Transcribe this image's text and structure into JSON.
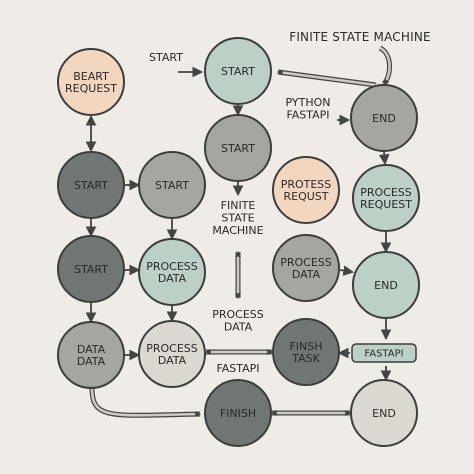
{
  "diagram": {
    "header": "FINITE STATE MACHINE",
    "palette": {
      "outline": "#3d3d3d",
      "arrow": "#444444",
      "arrow_fill": "#cfcac3",
      "node_colors": {
        "peach": "#f3d6bf",
        "mint": "#bcd0c6",
        "gray": "#a6a6a0",
        "slate": "#6f7673",
        "pale": "#dbd8d1"
      }
    },
    "nodes": [
      {
        "id": "n-beart-request",
        "lines": [
          "BEART",
          "REQUEST"
        ],
        "color": "peach"
      },
      {
        "id": "n-start-top",
        "lines": [
          "START"
        ],
        "color": "mint"
      },
      {
        "id": "n-end-top",
        "lines": [
          "END"
        ],
        "color": "gray"
      },
      {
        "id": "n-start-mid",
        "lines": [
          "START"
        ],
        "color": "gray"
      },
      {
        "id": "n-start-left",
        "lines": [
          "START"
        ],
        "color": "slate"
      },
      {
        "id": "n-start-second",
        "lines": [
          "START"
        ],
        "color": "gray"
      },
      {
        "id": "n-protess-request",
        "lines": [
          "PROTESS",
          "REQUST"
        ],
        "color": "peach"
      },
      {
        "id": "n-process-request",
        "lines": [
          "PROCESS",
          "REQUEST"
        ],
        "color": "mint"
      },
      {
        "id": "n-start-row3",
        "lines": [
          "START"
        ],
        "color": "slate"
      },
      {
        "id": "n-process-data-1",
        "lines": [
          "PROCESS",
          "DATA"
        ],
        "color": "mint"
      },
      {
        "id": "n-process-data-2",
        "lines": [
          "PROCESS",
          "DATA"
        ],
        "color": "gray"
      },
      {
        "id": "n-end-mid",
        "lines": [
          "END"
        ],
        "color": "mint"
      },
      {
        "id": "n-data-data",
        "lines": [
          "DATA",
          "DATA"
        ],
        "color": "gray"
      },
      {
        "id": "n-process-data-3",
        "lines": [
          "PROCESS",
          "DATA"
        ],
        "color": "pale"
      },
      {
        "id": "n-finsh-task",
        "lines": [
          "FINSH",
          "TASK"
        ],
        "color": "slate"
      },
      {
        "id": "n-finish",
        "lines": [
          "FINISH"
        ],
        "color": "slate"
      },
      {
        "id": "n-end-bottom",
        "lines": [
          "END"
        ],
        "color": "pale"
      }
    ],
    "labels": [
      {
        "id": "lbl-start",
        "lines": [
          "START"
        ]
      },
      {
        "id": "lbl-python-fastapi",
        "lines": [
          "PYTHON",
          "FASTAPI"
        ]
      },
      {
        "id": "lbl-finite-state-machine",
        "lines": [
          "FINITE",
          "STATE",
          "MACHINE"
        ]
      },
      {
        "id": "lbl-process-data",
        "lines": [
          "PROCESS",
          "DATA"
        ]
      },
      {
        "id": "lbl-fastapi",
        "lines": [
          "FASTAPI"
        ]
      }
    ],
    "tags": [
      {
        "id": "tag-fastapi",
        "text": "FASTAPI"
      }
    ]
  }
}
